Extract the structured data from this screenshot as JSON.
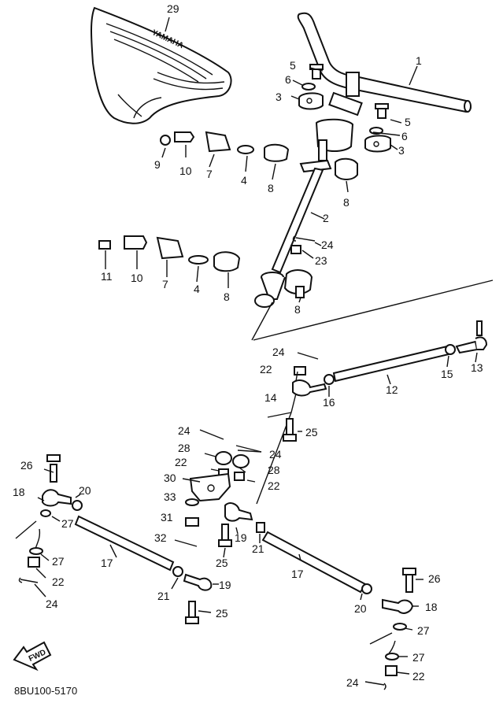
{
  "diagram": {
    "callouts": [
      {
        "id": "c29a",
        "text": "29"
      },
      {
        "id": "c1",
        "text": "1"
      },
      {
        "id": "c5a",
        "text": "5"
      },
      {
        "id": "c6a",
        "text": "6"
      },
      {
        "id": "c3a",
        "text": "3"
      },
      {
        "id": "c5b",
        "text": "5"
      },
      {
        "id": "c6b",
        "text": "6"
      },
      {
        "id": "c3b",
        "text": "3"
      },
      {
        "id": "c9",
        "text": "9"
      },
      {
        "id": "c10a",
        "text": "10"
      },
      {
        "id": "c7a",
        "text": "7"
      },
      {
        "id": "c4a",
        "text": "4"
      },
      {
        "id": "c8a",
        "text": "8"
      },
      {
        "id": "c8b",
        "text": "8"
      },
      {
        "id": "c2",
        "text": "2"
      },
      {
        "id": "c24a",
        "text": "24"
      },
      {
        "id": "c23",
        "text": "23"
      },
      {
        "id": "c11",
        "text": "11"
      },
      {
        "id": "c10b",
        "text": "10"
      },
      {
        "id": "c7b",
        "text": "7"
      },
      {
        "id": "c4b",
        "text": "4"
      },
      {
        "id": "c8c",
        "text": "8"
      },
      {
        "id": "c8d",
        "text": "8"
      },
      {
        "id": "c24b",
        "text": "24"
      },
      {
        "id": "c22a",
        "text": "22"
      },
      {
        "id": "c14",
        "text": "14"
      },
      {
        "id": "c16",
        "text": "16"
      },
      {
        "id": "c12",
        "text": "12"
      },
      {
        "id": "c15",
        "text": "15"
      },
      {
        "id": "c13",
        "text": "13"
      },
      {
        "id": "c25a",
        "text": "25"
      },
      {
        "id": "c24c",
        "text": "24"
      },
      {
        "id": "c24d",
        "text": "24"
      },
      {
        "id": "c28a",
        "text": "28"
      },
      {
        "id": "c28b",
        "text": "28"
      },
      {
        "id": "c22b",
        "text": "22"
      },
      {
        "id": "c22c",
        "text": "22"
      },
      {
        "id": "c30",
        "text": "30"
      },
      {
        "id": "c33",
        "text": "33"
      },
      {
        "id": "c31",
        "text": "31"
      },
      {
        "id": "c32",
        "text": "32"
      },
      {
        "id": "c19a",
        "text": "19"
      },
      {
        "id": "c25b",
        "text": "25"
      },
      {
        "id": "c21a",
        "text": "21"
      },
      {
        "id": "c26a",
        "text": "26"
      },
      {
        "id": "c18a",
        "text": "18"
      },
      {
        "id": "c20a",
        "text": "20"
      },
      {
        "id": "c27a",
        "text": "27"
      },
      {
        "id": "c27b",
        "text": "27"
      },
      {
        "id": "c22d",
        "text": "22"
      },
      {
        "id": "c24e",
        "text": "24"
      },
      {
        "id": "c17a",
        "text": "17"
      },
      {
        "id": "c21b",
        "text": "21"
      },
      {
        "id": "c19b",
        "text": "19"
      },
      {
        "id": "c25c",
        "text": "25"
      },
      {
        "id": "c17b",
        "text": "17"
      },
      {
        "id": "c20b",
        "text": "20"
      },
      {
        "id": "c26b",
        "text": "26"
      },
      {
        "id": "c18b",
        "text": "18"
      },
      {
        "id": "c27c",
        "text": "27"
      },
      {
        "id": "c27d",
        "text": "27"
      },
      {
        "id": "c22e",
        "text": "22"
      },
      {
        "id": "c24f",
        "text": "24"
      }
    ],
    "fwd_label": "FWD",
    "seat_logo": "YAMAHA",
    "figure_code": "8BU100-5170"
  }
}
